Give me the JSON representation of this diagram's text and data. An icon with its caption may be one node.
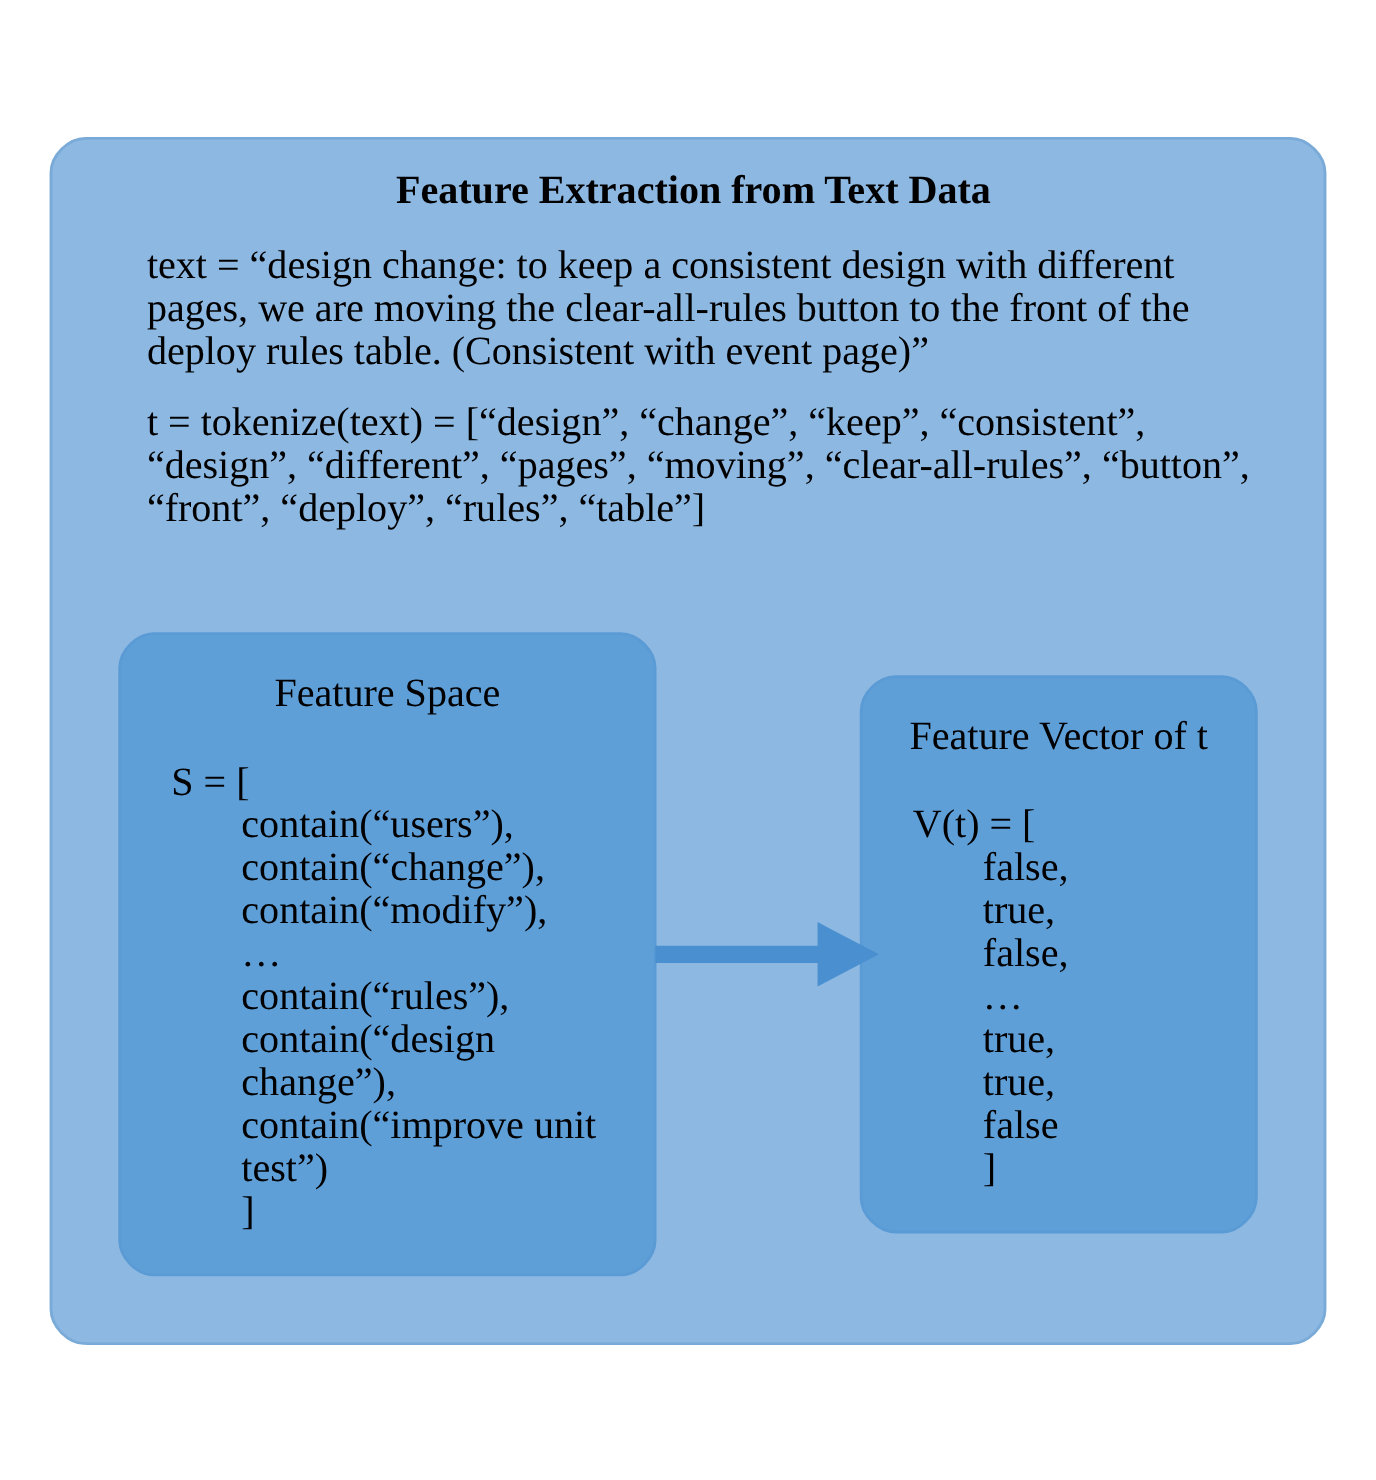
{
  "diagram": {
    "nodes": [
      {
        "text": [
          "Feature Extraction from Text Data",
          "text = “design change: to keep a consistent design with different pages, we are moving the clear-all-rules button to the front of the deploy rules table. (Consistent with event page)”",
          "t = tokenize(text) = [“design”, “change”, “keep”, “consistent”, “design”, “different”, “pages”, “moving”, “clear-all-rules”, “button”, “front”, “deploy”, “rules”, “table”]"
        ]
      },
      {
        "text": [
          "Feature Space",
          "S = [",
          "contain(“users”),",
          "contain(“change”),",
          "contain(“modify”),",
          "…",
          "contain(“rules”),",
          "contain(“design change”),",
          "contain(“improve unit test”)",
          "]"
        ],
        "in": 0
      },
      {
        "text": [
          "Feature Vector of t",
          "V(t) = [",
          "false,",
          "true,",
          "false,",
          "…",
          "true,",
          "true,",
          "false",
          "]"
        ],
        "in": 0
      }
    ],
    "edges": [
      {
        "from": 1,
        "to": 2,
        "arrow": "to"
      }
    ]
  }
}
